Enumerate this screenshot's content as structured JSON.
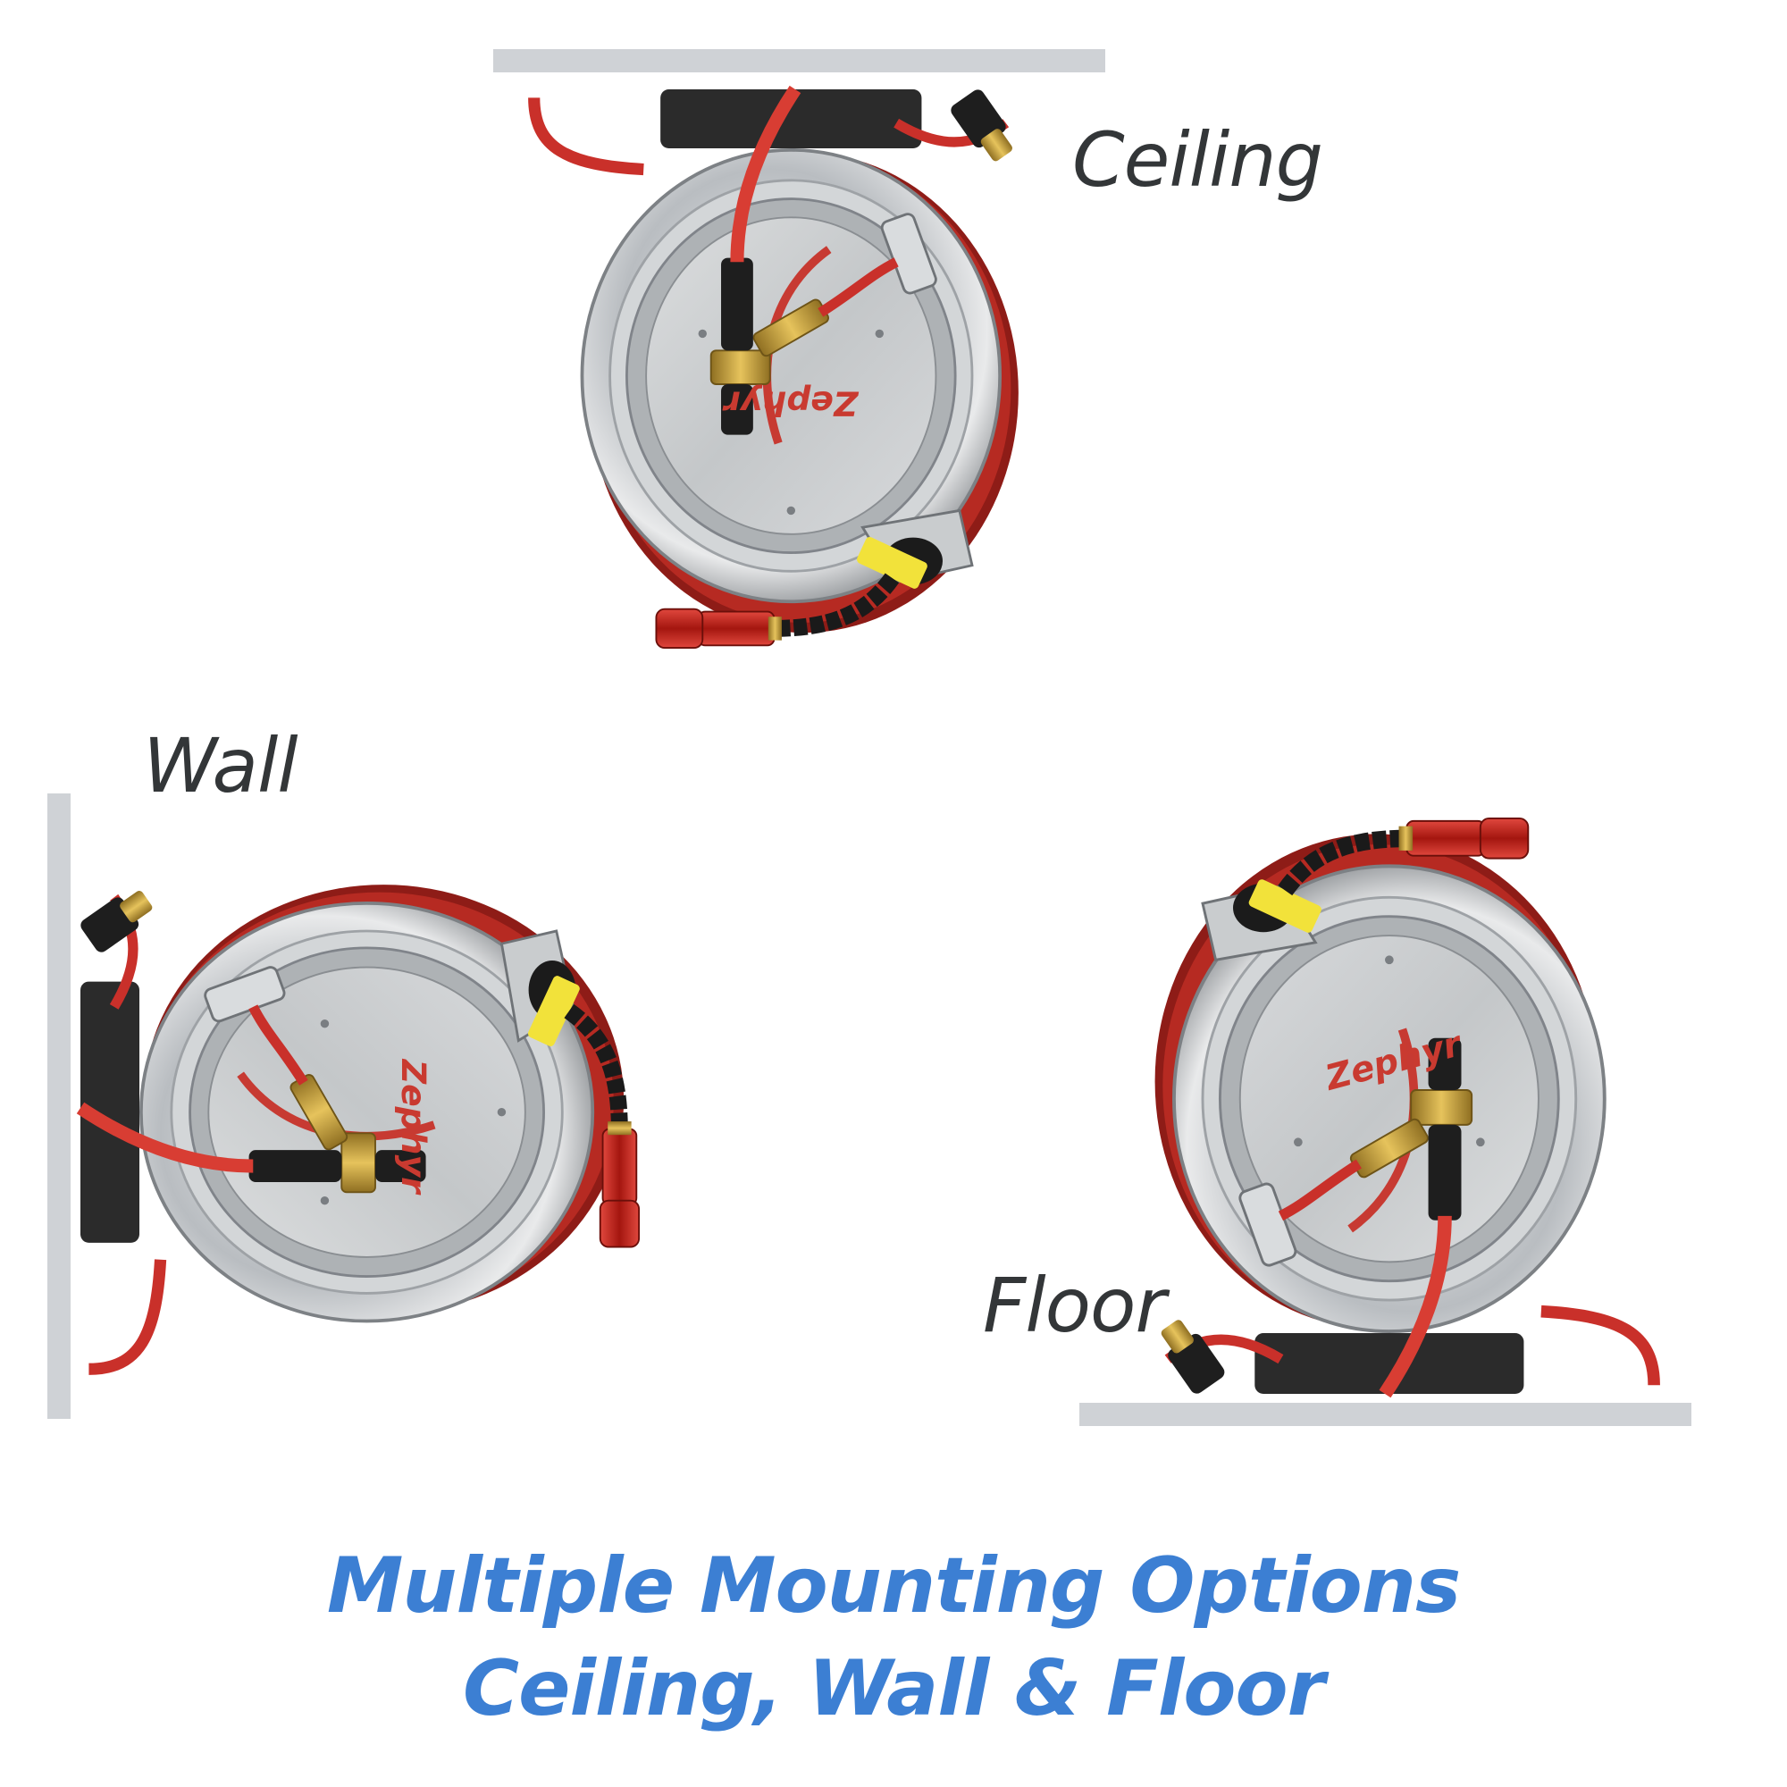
{
  "labels": {
    "ceiling": "Ceiling",
    "wall": "Wall",
    "floor": "Floor"
  },
  "caption": {
    "line1": "Multiple Mounting Options",
    "line2": "Ceiling, Wall & Floor"
  },
  "brand": {
    "logo_text": "Zephyr"
  },
  "colors": {
    "caption": "#3c7fd3",
    "label": "#333638",
    "mount_bar": "#cfd2d6",
    "hose_red": "#d33a2f",
    "steel": "#bfc3c6",
    "brass": "#c9a23d",
    "tag_yellow": "#f2e23a"
  }
}
